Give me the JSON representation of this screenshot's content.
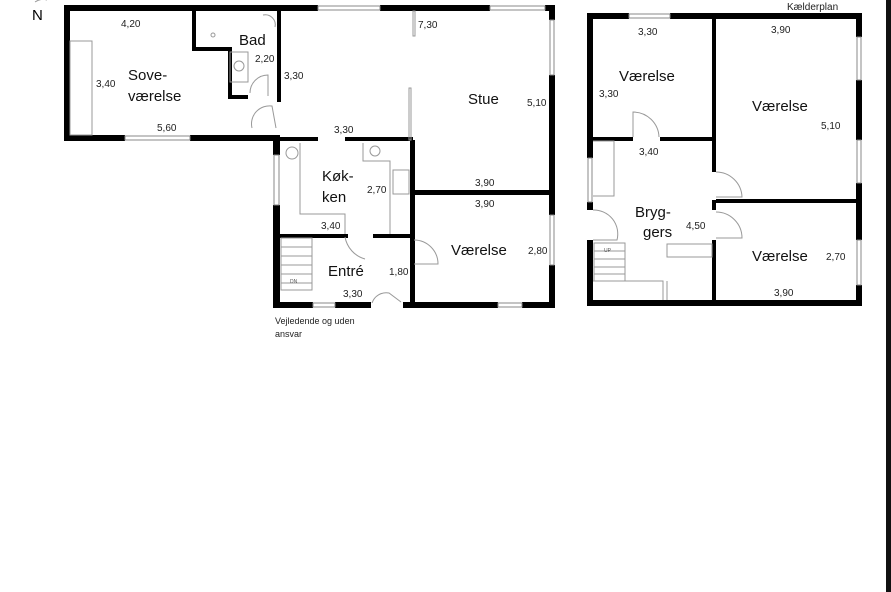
{
  "compass": {
    "label": "N"
  },
  "ground_floor": {
    "rooms": {
      "sove": {
        "line1": "Sove-",
        "line2": "værelse"
      },
      "bad": "Bad",
      "stue": "Stue",
      "kokken": {
        "line1": "Køk-",
        "line2": "ken"
      },
      "entre": "Entré",
      "vaerelse": "Værelse"
    },
    "dimensions": {
      "sove_top": "4,20",
      "sove_side": "3,40",
      "sove_bottom": "5,60",
      "bad": "2,20",
      "hall": "3,30",
      "stue_top": "7,30",
      "stue_side": "5,10",
      "kitchen_top": "3,30",
      "kitchen_side": "2,70",
      "kitchen_bottom": "3,40",
      "stue_bottom": "3,90",
      "vaerelse_top": "3,90",
      "vaerelse_side": "2,80",
      "entre_side": "1,80",
      "entre_bottom": "3,30"
    },
    "stair_label": "DN",
    "disclaimer": {
      "line1": "Vejledende og uden",
      "line2": "ansvar"
    }
  },
  "basement": {
    "title": "Kælderplan",
    "rooms": {
      "vaerelse1": "Værelse",
      "vaerelse2": "Værelse",
      "vaerelse3": "Værelse",
      "bryggers": {
        "line1": "Bryg-",
        "line2": "gers"
      }
    },
    "dimensions": {
      "v1_top": "3,30",
      "v1_side": "3,30",
      "v2_top": "3,90",
      "v2_side": "5,10",
      "bryggers_top": "3,40",
      "bryggers_side": "4,50",
      "v3_side": "2,70",
      "v3_bottom": "3,90"
    },
    "stair_label": "UP"
  }
}
